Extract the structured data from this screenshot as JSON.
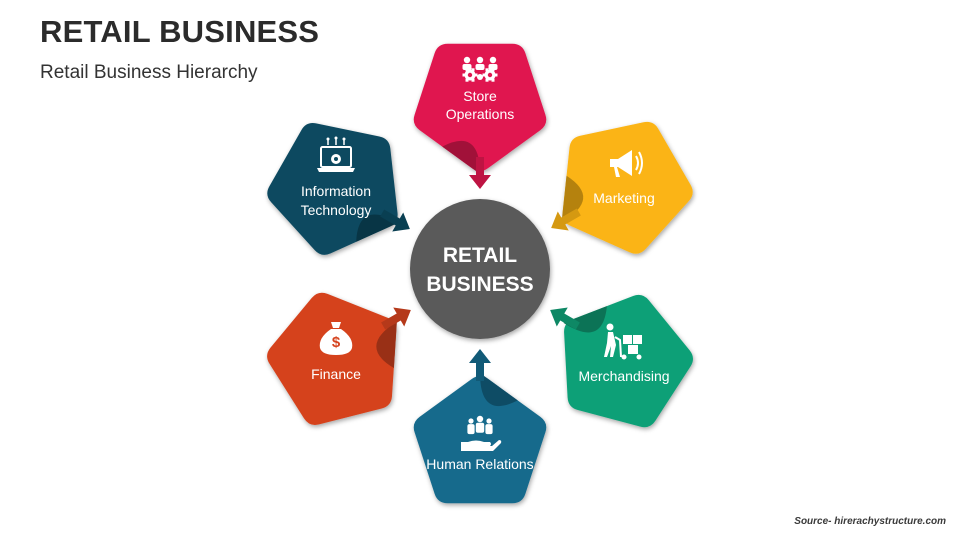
{
  "header": {
    "title": "RETAIL BUSINESS",
    "subtitle": "Retail Business Hierarchy"
  },
  "center": {
    "lines": [
      "RETAIL",
      "BUSINESS"
    ],
    "color": "#5a5a5a"
  },
  "nodes": [
    {
      "id": "store-operations",
      "lines": [
        "Store",
        "Operations"
      ],
      "color": "#e0184f",
      "icon": "gears-team-icon"
    },
    {
      "id": "marketing",
      "lines": [
        "Marketing"
      ],
      "color": "#fbb414",
      "icon": "megaphone-icon"
    },
    {
      "id": "merchandising",
      "lines": [
        "Merchandising"
      ],
      "color": "#10a077",
      "icon": "hand-truck-icon"
    },
    {
      "id": "human-relations",
      "lines": [
        "Human Relations"
      ],
      "color": "#146a8c",
      "icon": "people-hand-icon"
    },
    {
      "id": "finance",
      "lines": [
        "Finance"
      ],
      "color": "#d5431e",
      "icon": "money-bag-icon"
    },
    {
      "id": "information-technology",
      "lines": [
        "Information",
        "Technology"
      ],
      "color": "#0b4a60",
      "icon": "laptop-gear-icon"
    }
  ],
  "footer": {
    "source": "Source- hirerachystructure.com"
  }
}
